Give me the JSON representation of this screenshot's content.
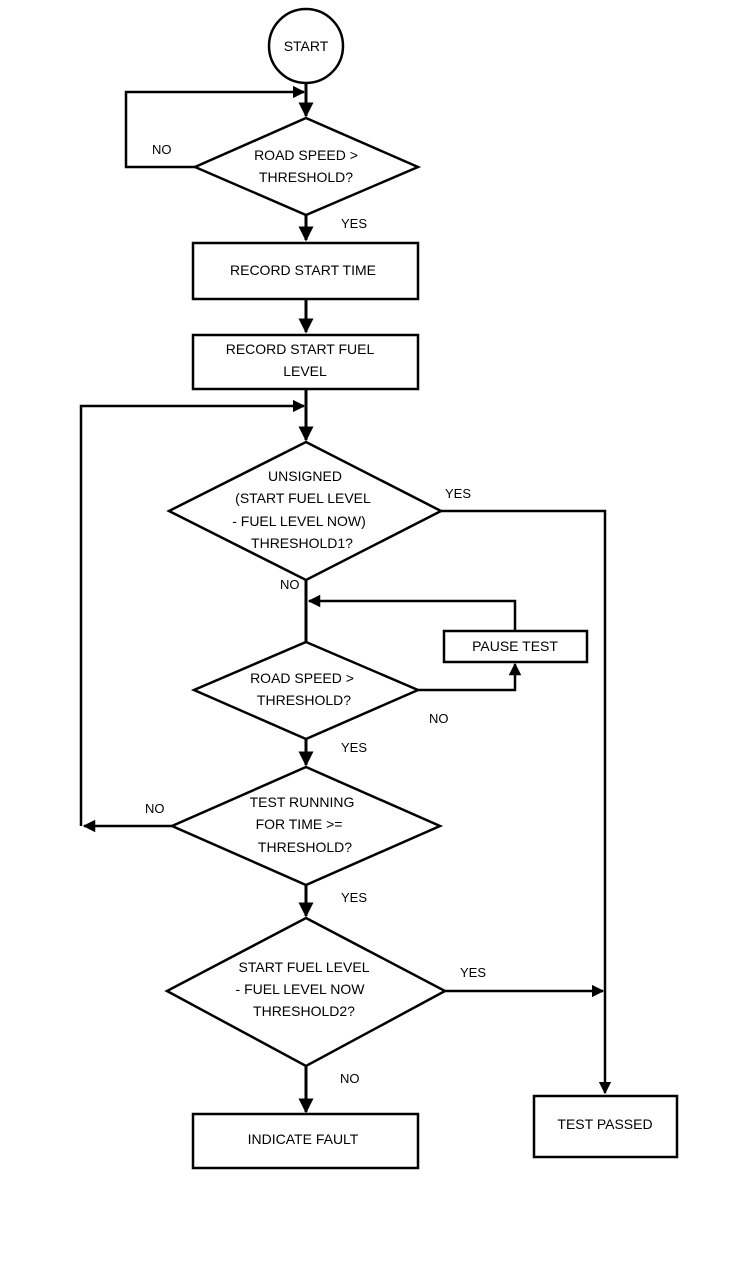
{
  "start": "START",
  "d1": [
    "ROAD SPEED >",
    "THRESHOLD?"
  ],
  "d1_no": "NO",
  "d1_yes": "YES",
  "record_time": "RECORD START TIME",
  "record_fuel": [
    "RECORD START FUEL",
    "LEVEL"
  ],
  "d2": [
    "UNSIGNED",
    "(START FUEL LEVEL",
    "- FUEL LEVEL NOW)",
    "THRESHOLD1?"
  ],
  "d2_yes": "YES",
  "d2_no": "NO",
  "pause": "PAUSE TEST",
  "d3": [
    "ROAD SPEED >",
    "THRESHOLD?"
  ],
  "d3_no": "NO",
  "d3_yes": "YES",
  "d4": [
    "TEST RUNNING",
    "FOR TIME >=",
    "THRESHOLD?"
  ],
  "d4_no": "NO",
  "d4_yes": "YES",
  "d5": [
    "START FUEL LEVEL",
    "- FUEL LEVEL NOW",
    "THRESHOLD2?"
  ],
  "d5_yes": "YES",
  "d5_no": "NO",
  "fault": "INDICATE FAULT",
  "passed": "TEST PASSED"
}
